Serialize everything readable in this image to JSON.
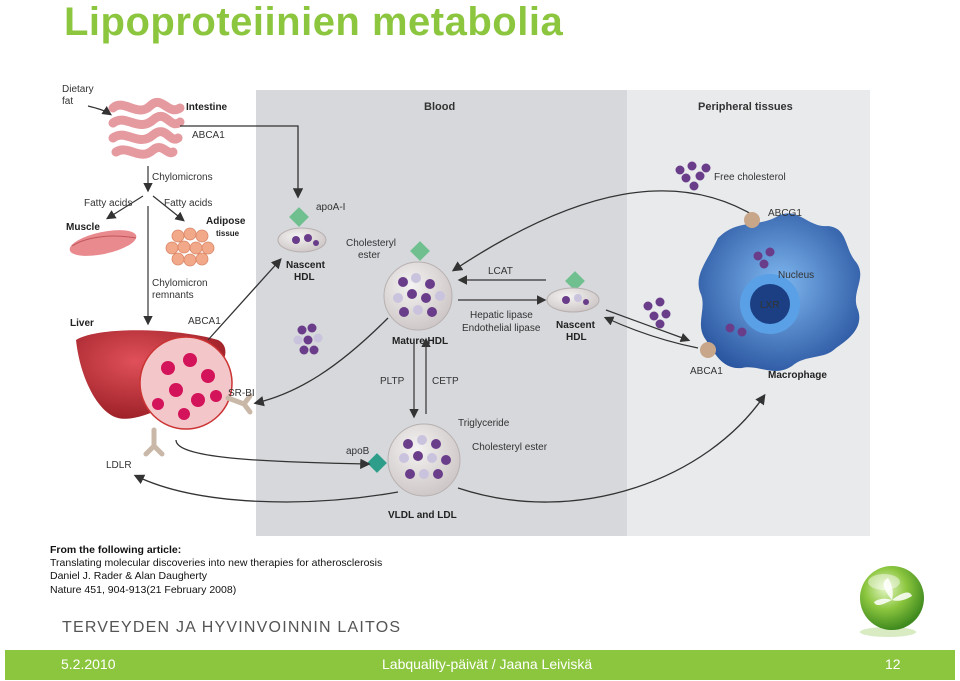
{
  "slide": {
    "title": "Lipoproteiinien metabolia",
    "org_name": "TERVEYDEN JA HYVINVOINNIN LAITOS"
  },
  "diagram": {
    "regions": {
      "blood": "Blood",
      "peripheral": "Peripheral tissues"
    },
    "labels": {
      "dietary_fat": [
        "Dietary",
        "fat"
      ],
      "intestine": "Intestine",
      "abca1_intestine": "ABCA1",
      "chylomicrons": "Chylomicrons",
      "fatty_acids_left": "Fatty acids",
      "fatty_acids_right": "Fatty acids",
      "muscle": "Muscle",
      "adipose": [
        "Adipose",
        "tissue"
      ],
      "chylomicron_remnants": [
        "Chylomicron",
        "remnants"
      ],
      "liver": "Liver",
      "abca1_liver": "ABCA1",
      "sr_bi": "SR-BI",
      "ldlr": "LDLR",
      "apoa1": "apoA-I",
      "nascent_hdl_left": [
        "Nascent",
        "HDL"
      ],
      "cholesteryl_ester_top": [
        "Cholesteryl",
        "ester"
      ],
      "lcat": "LCAT",
      "hepatic_lipase": "Hepatic lipase",
      "endothelial_lipase": "Endothelial lipase",
      "nascent_hdl_right": [
        "Nascent",
        "HDL"
      ],
      "mature_hdl": "Mature HDL",
      "pltp": "PLTP",
      "cetp": "CETP",
      "triglyceride": "Triglyceride",
      "cholesteryl_ester_bottom": "Cholesteryl ester",
      "apob": "apoB",
      "vldl_ldl": "VLDL and LDL",
      "free_cholesterol": "Free cholesterol",
      "abcg1": "ABCG1",
      "nucleus": "Nucleus",
      "lxr": "LXR",
      "abca1_macrophage": "ABCA1",
      "macrophage": "Macrophage"
    }
  },
  "citation": {
    "heading": "From the following article:",
    "line1": "Translating molecular discoveries into new therapies for atherosclerosis",
    "line2": "Daniel J. Rader & Alan Daugherty",
    "line3": "Nature 451, 904-913(21 February 2008)"
  },
  "footer": {
    "date": "5.2.2010",
    "center": "Labquality-päivät / Jaana Leiviskä",
    "page": "12"
  },
  "colors": {
    "accent_green": "#8cc63f",
    "blood_panel": "#d6d8db",
    "peripheral_panel": "#e9eaec",
    "liver": "#b8262a",
    "lipid_purple": "#6a3d8a",
    "diamond_green": "#6fbf8f",
    "macrophage_blue": "#2f5ea8"
  }
}
